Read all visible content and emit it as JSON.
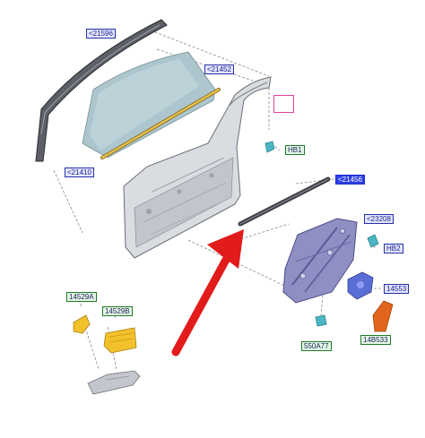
{
  "diagram": {
    "callouts": [
      {
        "id": "c1",
        "label": "<21596"
      },
      {
        "id": "c2",
        "label": "<21452"
      },
      {
        "id": "c3",
        "label": "<21410"
      },
      {
        "id": "c4",
        "label": "HB1"
      },
      {
        "id": "c5",
        "label": "<21456"
      },
      {
        "id": "c6",
        "label": "<23208"
      },
      {
        "id": "c7",
        "label": "HB2"
      },
      {
        "id": "c8",
        "label": "14553"
      },
      {
        "id": "c9",
        "label": "14B533"
      },
      {
        "id": "c10",
        "label": "550A77"
      },
      {
        "id": "c11",
        "label": "14529A"
      },
      {
        "id": "c12",
        "label": "14529B"
      }
    ],
    "colors": {
      "callout_blue": "#2430a8",
      "callout_green": "#1f7a2a",
      "selected_fill": "#2d3fe6",
      "arrow_red": "#e21b1b",
      "glass": "#a9c4cc",
      "weatherstrip": "#d9b23c",
      "regulator": "#8f8fc4",
      "clip_teal": "#49b8c4",
      "motor_blue": "#5a6fd6",
      "switch_orange": "#e2651c",
      "seal_yellow": "#f2c12c",
      "door_panel": "#d9dce1"
    }
  }
}
